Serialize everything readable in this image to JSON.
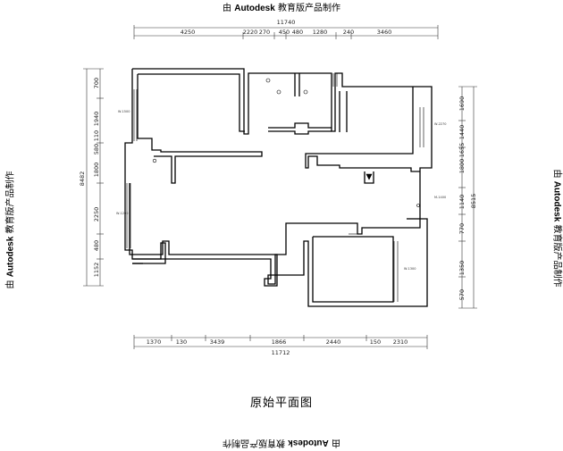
{
  "watermark": {
    "prefix": "由 ",
    "brand": "Autodesk",
    "suffix": " 教育版产品制作"
  },
  "plan_title": "原始平面图",
  "dimensions": {
    "top_total": "11740",
    "top": [
      "4250",
      "2220",
      "270",
      "450",
      "480",
      "1280",
      "240",
      "3460"
    ],
    "bottom": [
      "1370",
      "130",
      "3439",
      "1866",
      "2440",
      "150",
      "2310"
    ],
    "bottom_total": "11712",
    "left_total": "8482",
    "left": [
      "700",
      "1940",
      "110",
      "580",
      "1800",
      "2250",
      "480",
      "1152"
    ],
    "right_total": "8515",
    "right": [
      "1690",
      "1440",
      "1655",
      "1800",
      "1140",
      "770",
      "1350",
      "570"
    ]
  },
  "labels": {
    "window_tags": [
      "W-1500",
      "W-1200",
      "W-2270",
      "W-1300"
    ],
    "door_tag": "M-1400"
  }
}
